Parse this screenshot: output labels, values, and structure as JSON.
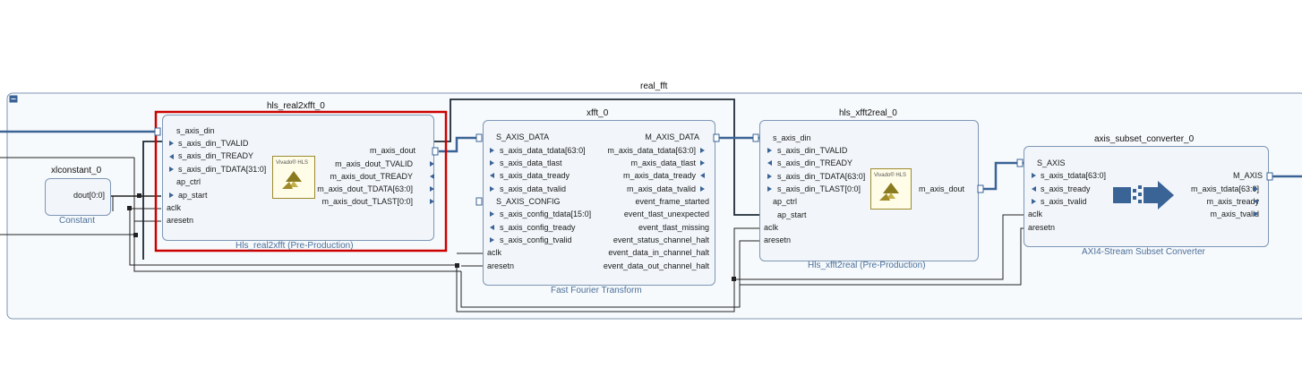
{
  "hier": {
    "name": "real_fft"
  },
  "hls_real2xfft": {
    "name": "hls_real2xfft_0",
    "subtitle": "Hls_real2xfft (Pre-Production)",
    "inputs": [
      "s_axis_din",
      "s_axis_din_TVALID",
      "s_axis_din_TREADY",
      "s_axis_din_TDATA[31:0]",
      "ap_ctrl",
      "ap_start",
      "aclk",
      "aresetn"
    ],
    "outputs": [
      "m_axis_dout",
      "m_axis_dout_TVALID",
      "m_axis_dout_TREADY",
      "m_axis_dout_TDATA[63:0]",
      "m_axis_dout_TLAST[0:0]"
    ],
    "logo": "Vivado® HLS"
  },
  "xlconstant": {
    "name": "xlconstant_0",
    "port": "dout[0:0]",
    "subtitle": "Constant"
  },
  "xfft": {
    "name": "xfft_0",
    "subtitle": "Fast Fourier Transform",
    "inputs": [
      "S_AXIS_DATA",
      "s_axis_data_tdata[63:0]",
      "s_axis_data_tlast",
      "s_axis_data_tready",
      "s_axis_data_tvalid",
      "S_AXIS_CONFIG",
      "s_axis_config_tdata[15:0]",
      "s_axis_config_tready",
      "s_axis_config_tvalid",
      "aclk",
      "aresetn"
    ],
    "outputs": [
      "M_AXIS_DATA",
      "m_axis_data_tdata[63:0]",
      "m_axis_data_tlast",
      "m_axis_data_tready",
      "m_axis_data_tvalid",
      "event_frame_started",
      "event_tlast_unexpected",
      "event_tlast_missing",
      "event_status_channel_halt",
      "event_data_in_channel_halt",
      "event_data_out_channel_halt"
    ]
  },
  "hls_xfft2real": {
    "name": "hls_xfft2real_0",
    "subtitle": "Hls_xfft2real (Pre-Production)",
    "inputs": [
      "s_axis_din",
      "s_axis_din_TVALID",
      "s_axis_din_TREADY",
      "s_axis_din_TDATA[63:0]",
      "s_axis_din_TLAST[0:0]",
      "ap_ctrl",
      "ap_start",
      "aclk",
      "aresetn"
    ],
    "outputs": [
      "m_axis_dout"
    ],
    "logo": "Vivado® HLS"
  },
  "axis_subset": {
    "name": "axis_subset_converter_0",
    "subtitle": "AXI4-Stream Subset Converter",
    "inputs": [
      "S_AXIS",
      "s_axis_tdata[63:0]",
      "s_axis_tready",
      "s_axis_tvalid",
      "aclk",
      "aresetn"
    ],
    "outputs": [
      "M_AXIS",
      "m_axis_tdata[63:0]",
      "m_axis_tready",
      "m_axis_tvalid"
    ]
  },
  "colors": {
    "block_border": "#7d96b5",
    "block_fill": "#f2f6fa",
    "bus": "#3a6396",
    "wire": "#222222",
    "selection": "#cc0000",
    "subtitle": "#4a6f9a"
  }
}
